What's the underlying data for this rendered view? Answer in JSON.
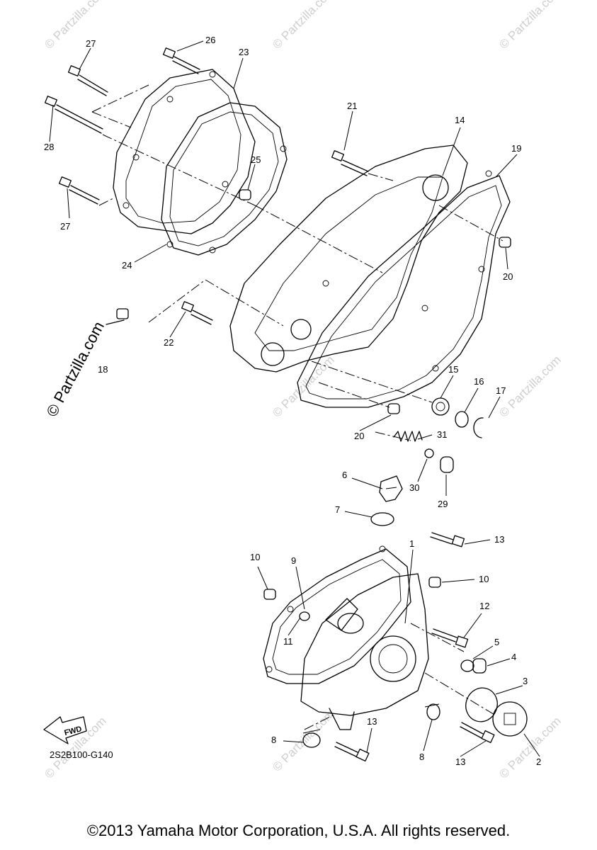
{
  "watermark": "© Partzilla.com",
  "watermark_side": "© Partzilla.com",
  "diagram_code": "2S2B100-G140",
  "fwd_label": "FWD",
  "copyright": "©2013 Yamaha Motor Corporation, U.S.A. All rights reserved.",
  "callouts": [
    "1",
    "2",
    "3",
    "4",
    "5",
    "6",
    "7",
    "8",
    "8",
    "9",
    "10",
    "10",
    "11",
    "12",
    "13",
    "13",
    "13",
    "14",
    "15",
    "16",
    "17",
    "18",
    "19",
    "20",
    "20",
    "21",
    "22",
    "23",
    "24",
    "25",
    "26",
    "27",
    "27",
    "28",
    "29",
    "30",
    "31"
  ]
}
